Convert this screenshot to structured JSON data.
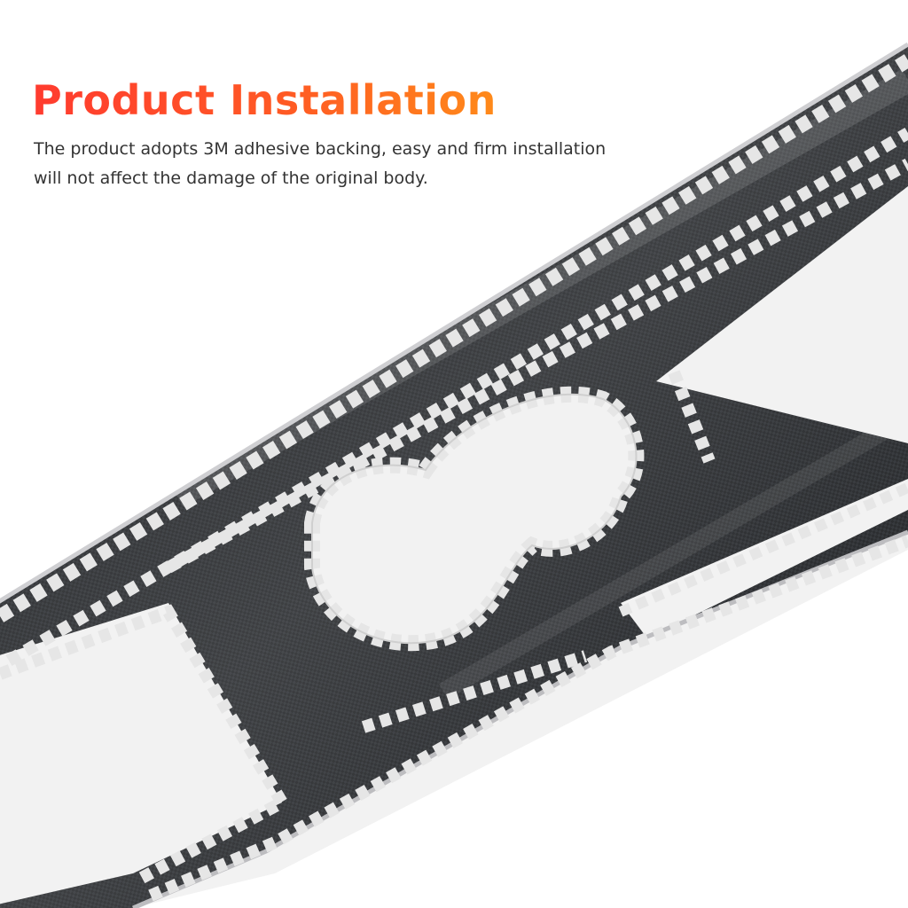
{
  "heading": {
    "title": "Product Installation",
    "description_line1": "The product adopts 3M adhesive backing, easy and firm installation",
    "description_line2": "will not affect the damage of the original body."
  },
  "colors": {
    "title_gradient_start": "#ff3b2f",
    "title_gradient_end": "#ff8a1a",
    "body_text": "#333333",
    "carbon_fiber": "#1f2124",
    "adhesive_tape": "#e4e4e4",
    "background": "#ffffff"
  },
  "product": {
    "icon": "carbon-fiber-console-trim-panel"
  }
}
